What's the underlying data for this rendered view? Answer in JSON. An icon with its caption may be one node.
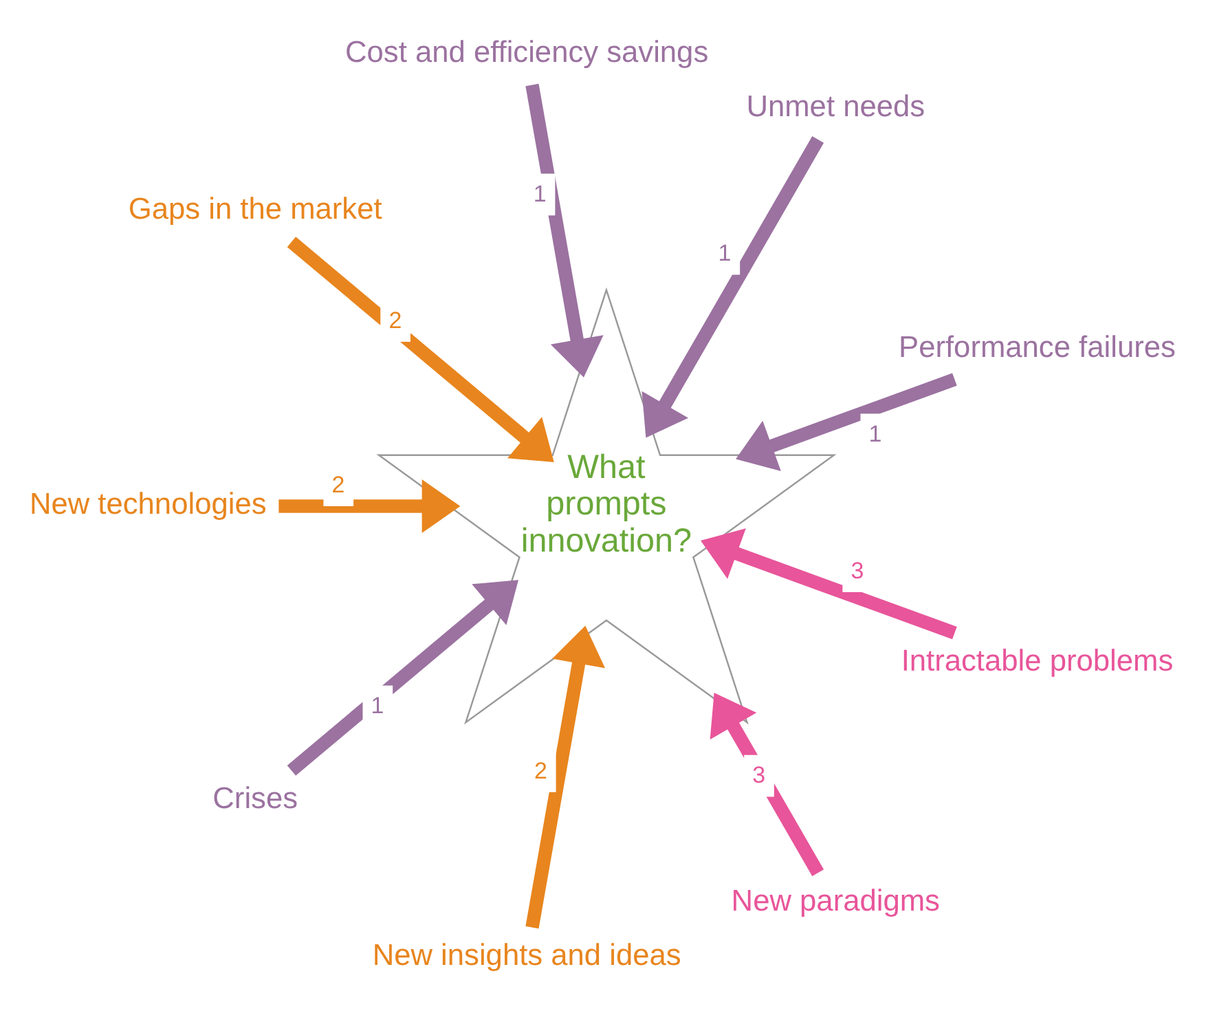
{
  "diagram": {
    "nodes": [
      {
        "text": [
          "Performance failures"
        ]
      },
      {
        "text": [
          "Unmet needs"
        ]
      },
      {
        "text": [
          "Cost and efficiency savings"
        ]
      },
      {
        "text": [
          "Gaps in the market"
        ]
      },
      {
        "text": [
          "What prompts innovation?"
        ]
      },
      {
        "text": [
          "New technologies"
        ]
      },
      {
        "text": [
          "Crises"
        ]
      },
      {
        "text": [
          "New insights and ideas"
        ]
      },
      {
        "text": [
          "New paradigms"
        ]
      },
      {
        "text": [
          "Intractable problems"
        ]
      }
    ],
    "edges": [
      {
        "from": 0,
        "to": 4,
        "arrow": "to",
        "label": "1"
      },
      {
        "from": 1,
        "to": 4,
        "arrow": "to",
        "label": "1"
      },
      {
        "from": 2,
        "to": 4,
        "arrow": "to",
        "label": "1"
      },
      {
        "from": 6,
        "to": 4,
        "arrow": "to",
        "label": "1"
      },
      {
        "from": 3,
        "to": 4,
        "arrow": "to",
        "label": "2",
        "color": "#e8851e"
      },
      {
        "from": 5,
        "to": 4,
        "arrow": "to",
        "label": "2",
        "color": "#e8851e"
      },
      {
        "from": 7,
        "to": 4,
        "arrow": "to",
        "label": "2",
        "color": "#e8851e"
      },
      {
        "from": 8,
        "to": 4,
        "arrow": "to",
        "label": "3",
        "color": "#e8559a"
      },
      {
        "from": 9,
        "to": 4,
        "arrow": "to",
        "label": "3",
        "color": "#e8559a"
      }
    ]
  }
}
